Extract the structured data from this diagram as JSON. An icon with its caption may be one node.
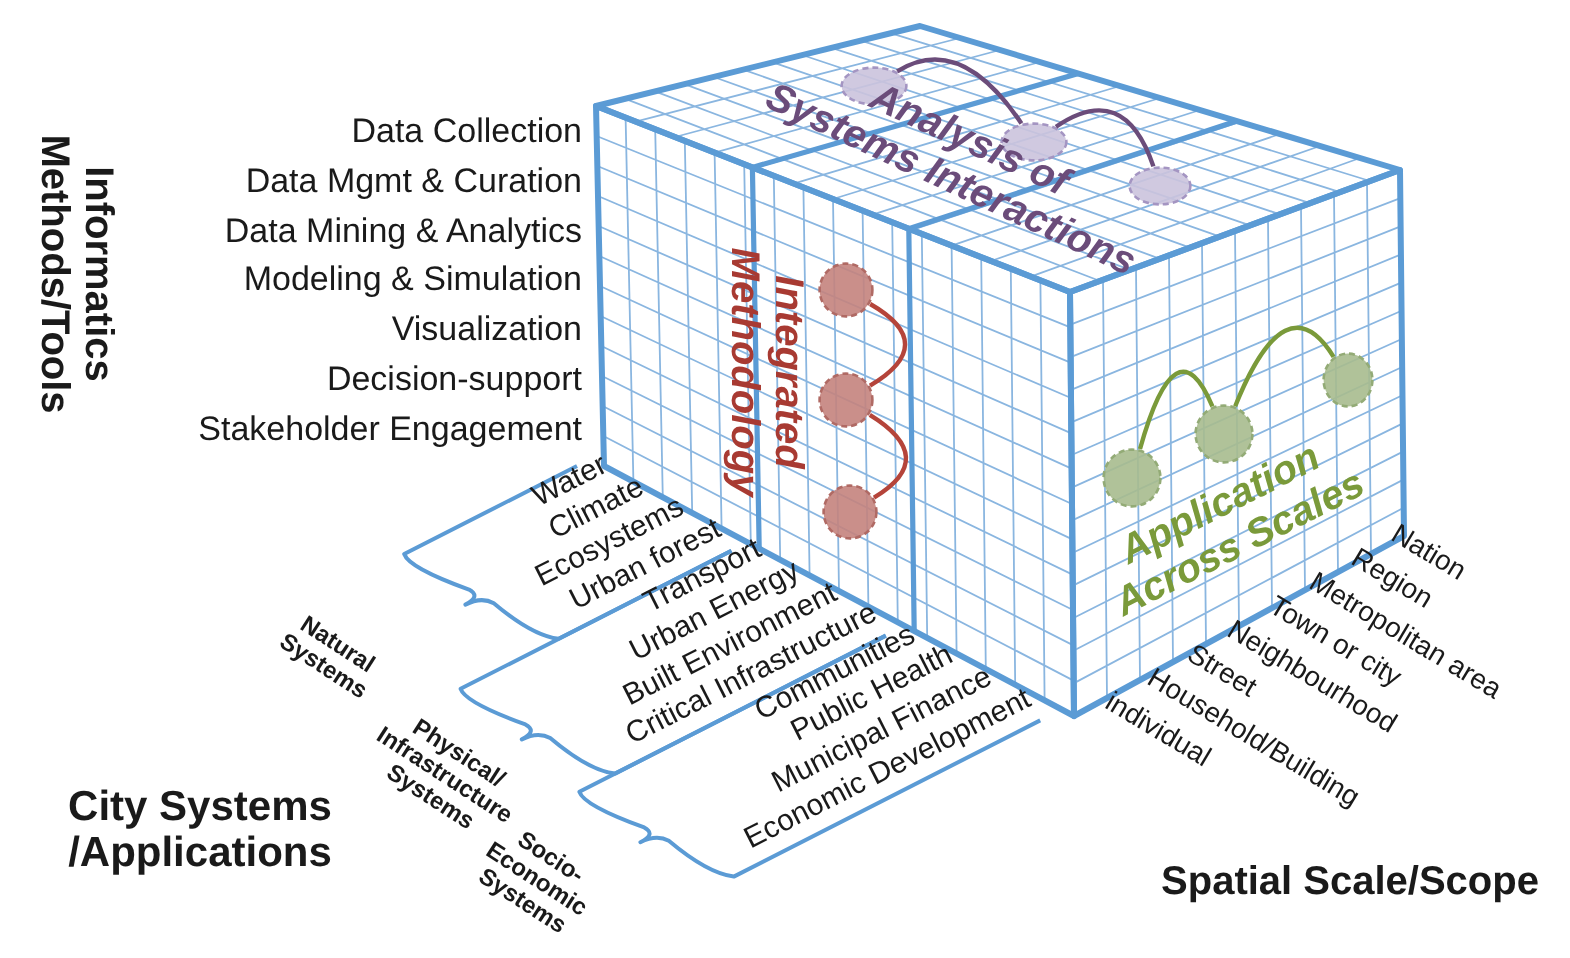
{
  "diagram": {
    "nodes": [
      {
        "text": [],
        "shape": "circle"
      },
      {
        "text": [],
        "shape": "circle"
      },
      {
        "text": [],
        "shape": "circle"
      },
      {
        "text": [],
        "shape": "circle"
      },
      {
        "text": [],
        "shape": "circle"
      },
      {
        "text": [],
        "shape": "circle"
      },
      {
        "text": [],
        "shape": "circle"
      },
      {
        "text": [],
        "shape": "circle"
      },
      {
        "text": [],
        "shape": "circle"
      }
    ],
    "edges": [
      {
        "from": 0,
        "to": 1,
        "arrow": "none",
        "color": "#6b4c7a"
      },
      {
        "from": 1,
        "to": 2,
        "arrow": "none",
        "color": "#6b4c7a"
      },
      {
        "from": 3,
        "to": 4,
        "arrow": "none",
        "color": "#b5443a"
      },
      {
        "from": 4,
        "to": 5,
        "arrow": "none",
        "color": "#b5443a"
      },
      {
        "from": 6,
        "to": 7,
        "arrow": "none",
        "color": "#7a9a3a"
      },
      {
        "from": 7,
        "to": 8,
        "arrow": "none",
        "color": "#7a9a3a"
      }
    ],
    "labels": [
      "Informatics Methods/Tools",
      "Data Collection",
      "Data Mgmt & Curation",
      "Data Mining & Analytics",
      "Modeling & Simulation",
      "Visualization",
      "Decision-support",
      "Stakeholder Engagement",
      "Analysis of Systems Interactions",
      "Integrated Methodology",
      "Application Across Scales",
      "Water",
      "Climate",
      "Ecosystems",
      "Urban forest",
      "Transport",
      "Urban Energy",
      "Built Environment",
      "Critical Infrastructure",
      "Communities",
      "Public Health",
      "Municipal Finance",
      "Economic Development",
      "Nation",
      "Region",
      "Metropolitan area",
      "Town or city",
      "Neighbourhood",
      "Street",
      "Household/Building",
      "individual",
      "Natural Systems",
      "Physical/ Infrastructure Systems",
      "Socio- Economic Systems",
      "City Systems /Applications",
      "Spatial Scale/Scope"
    ]
  }
}
